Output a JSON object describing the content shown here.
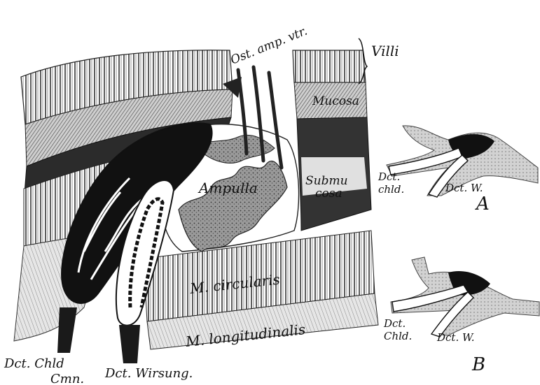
{
  "figure": {
    "labels": {
      "villi": "Villi",
      "ostium": "Ost. amp. vtr.",
      "mucosa": "Mucosa",
      "submucosa_1": "Submu",
      "submucosa_2": "cosa",
      "ampulla": "Ampulla",
      "circularis": "M. circularis",
      "longitudinalis": "M. longitudinalis",
      "dct_chld_cmn_1": "Dct. Chld",
      "dct_chld_cmn_2": "Cmn.",
      "dct_wirsung": "Dct. Wirsung."
    },
    "inset_a": {
      "dct_chld_1": "Dct.",
      "dct_chld_2": "chld.",
      "dct_w": "Dct. W.",
      "letter": "A"
    },
    "inset_b": {
      "dct_chld_1": "Dct.",
      "dct_chld_2": "Chld.",
      "dct_w": "Dct. W.",
      "letter": "B"
    }
  }
}
